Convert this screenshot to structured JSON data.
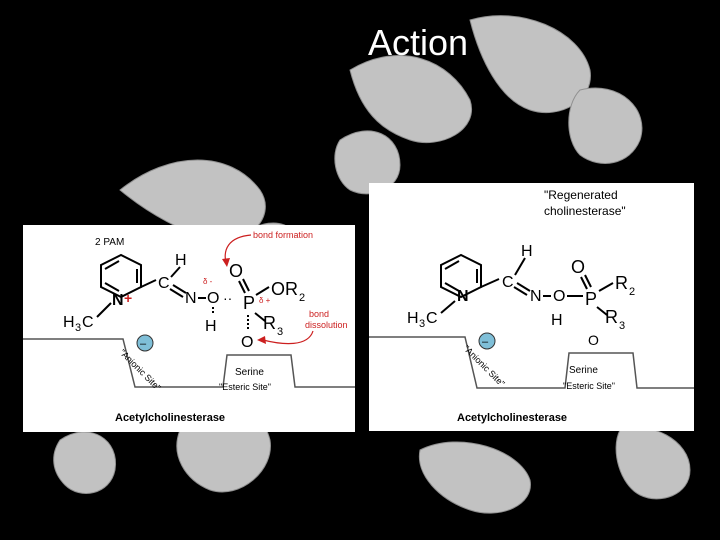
{
  "slide": {
    "title": "Action",
    "background_color": "#000000"
  },
  "left_panel": {
    "drug_label": "2 PAM",
    "bond_formation_label": "bond formation",
    "bond_dissolution_label_1": "bond",
    "bond_dissolution_label_2": "dissolution",
    "delta_minus": "δ -",
    "delta_plus": "δ +",
    "anionic_site_label": "\"Anionic Site\"",
    "serine_label": "Serine",
    "esteric_site_label": "\"Esteric Site\"",
    "enzyme_label": "Acetylcholinesterase",
    "atoms": {
      "H": "H",
      "C": "C",
      "N_ring": "N",
      "N_plus": "+",
      "N_oxime": "N",
      "O_oxime": "O",
      "O_double": "O",
      "P": "P",
      "OR": "OR",
      "two": "2",
      "H_bottom": "H",
      "R": "R",
      "three": "3",
      "H3C": "H",
      "H3C_sub": "3",
      "H3C_C": "C",
      "O_serine": "O"
    }
  },
  "right_panel": {
    "regenerated_label_1": "\"Regenerated",
    "regenerated_label_2": "cholinesterase\"",
    "anionic_site_label": "\"Anionic Site\"",
    "serine_label": "Serine",
    "esteric_site_label": "\"Esteric Site\"",
    "enzyme_label": "Acetylcholinesterase",
    "atoms": {
      "H": "H",
      "C": "C",
      "N_ring": "N",
      "N_oxime": "N",
      "O_oxime": "O",
      "O_double": "O",
      "P": "P",
      "R": "R",
      "two": "2",
      "H_bottom": "H",
      "three": "3",
      "H3C": "H",
      "H3C_sub": "3",
      "H3C_C": "C",
      "O_serine": "O"
    }
  },
  "colors": {
    "annotation_red": "#cc1f1f",
    "anion_circle_fill": "#7fbfd8"
  }
}
